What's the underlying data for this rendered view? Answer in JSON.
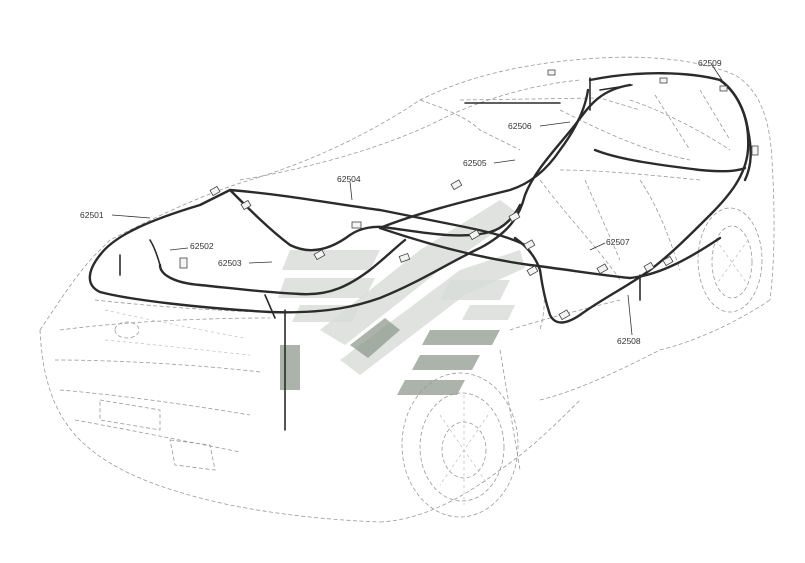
{
  "labels": {
    "harness_62501": "62501",
    "harness_62502": "62502",
    "harness_62503": "62503",
    "harness_62504": "62504",
    "harness_62505": "62505",
    "harness_62506": "62506",
    "harness_62507": "62507",
    "harness_62508": "62508",
    "harness_62509": "62509"
  },
  "colors": {
    "background": "#ffffff",
    "outline": "#9a9a9a",
    "wire": "#2b2b2b",
    "watermark_light": "#d9ddd9",
    "watermark_dark": "#8f9a8f"
  }
}
